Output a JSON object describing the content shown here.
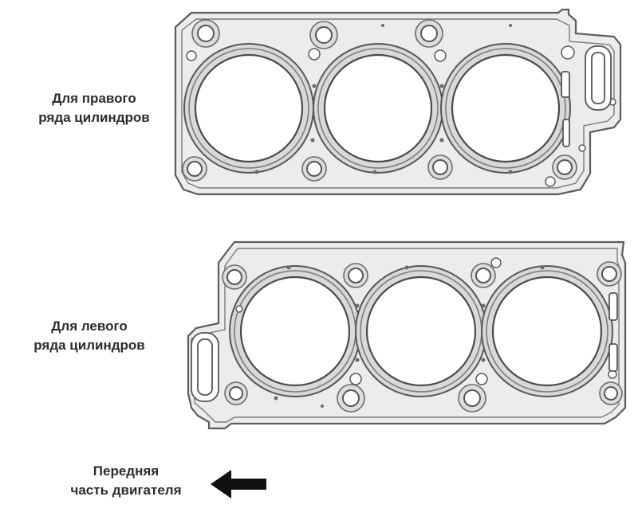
{
  "labels": {
    "right_bank": {
      "line1": "Для правого",
      "line2": "ряда цилиндров"
    },
    "left_bank": {
      "line1": "Для левого",
      "line2": "ряда цилиндров"
    },
    "engine_front": {
      "line1": "Передняя",
      "line2": "часть двигателя"
    }
  },
  "icons": {
    "direction_arrow": "arrow-left-icon"
  },
  "colors": {
    "line": "#5c5c5c",
    "fill": "#ececec",
    "arrow": "#111111"
  }
}
